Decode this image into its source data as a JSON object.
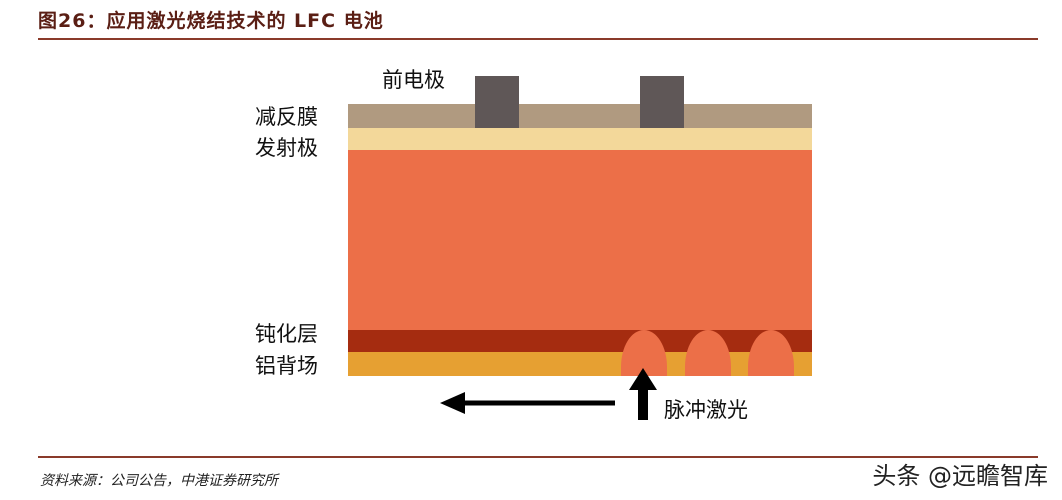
{
  "title": "图26：应用激光烧结技术的 LFC 电池",
  "labels": {
    "front_electrode": "前电极",
    "anti_reflection": "减反膜",
    "emitter": "发射极",
    "passivation": "钝化层",
    "al_bsf": "铝背场",
    "pulse_laser": "脉冲激光"
  },
  "colors": {
    "anti_reflection": "#b09a80",
    "emitter": "#f3d89a",
    "base": "#ec6f48",
    "passivation": "#a52c10",
    "al_bsf": "#e6a032",
    "electrode": "#5f5757"
  },
  "source": "资料来源：公司公告，中港证券研究所",
  "watermark": "头条 @远瞻智库"
}
